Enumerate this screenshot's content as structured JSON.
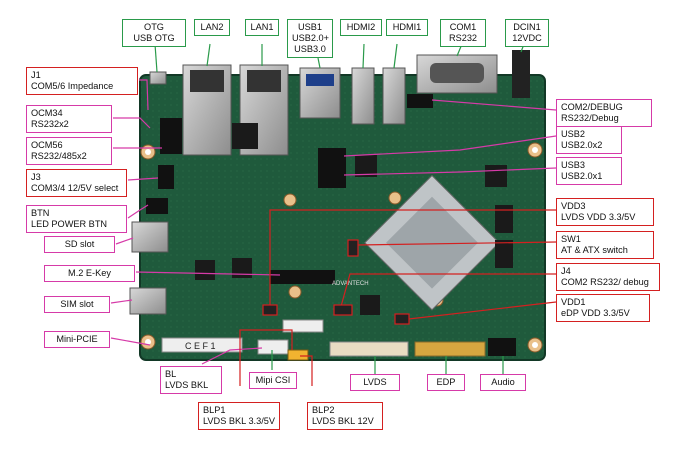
{
  "labels": {
    "otg": [
      "OTG",
      "USB OTG"
    ],
    "lan2": [
      "LAN2"
    ],
    "lan1": [
      "LAN1"
    ],
    "usb1": [
      "USB1",
      "USB2.0+",
      "USB3.0"
    ],
    "hdmi2": [
      "HDMI2"
    ],
    "hdmi1": [
      "HDMI1"
    ],
    "com1": [
      "COM1",
      "RS232"
    ],
    "dcin1": [
      "DCIN1",
      "12VDC"
    ],
    "j1": [
      "J1",
      "COM5/6 Impedance"
    ],
    "ocm34": [
      "OCM34",
      "RS232x2"
    ],
    "ocm56": [
      "OCM56",
      "RS232/485x2"
    ],
    "j3": [
      "J3",
      "COM3/4 12/5V select"
    ],
    "btn": [
      "BTN",
      "LED POWER BTN"
    ],
    "sd": [
      "SD slot"
    ],
    "m2": [
      "M.2 E-Key"
    ],
    "sim": [
      "SIM slot"
    ],
    "minipcie": [
      "Mini-PCIE"
    ],
    "bl": [
      "BL",
      "LVDS BKL"
    ],
    "mipi": [
      "Mipi CSI"
    ],
    "lvds": [
      "LVDS"
    ],
    "edp": [
      "EDP"
    ],
    "audio": [
      "Audio"
    ],
    "blp1": [
      "BLP1",
      "LVDS BKL 3.3/5V"
    ],
    "blp2": [
      "BLP2",
      "LVDS BKL 12V"
    ],
    "com2": [
      "COM2/DEBUG",
      "RS232/Debug"
    ],
    "usb2": [
      "USB2",
      "USB2.0x2"
    ],
    "usb3": [
      "USB3",
      "USB2.0x1"
    ],
    "vdd3": [
      "VDD3",
      "LVDS VDD 3.3/5V"
    ],
    "sw1": [
      "SW1",
      "AT & ATX switch"
    ],
    "j4": [
      "J4",
      "COM2 RS232/ debug"
    ],
    "vdd1": [
      "VDD1",
      "eDP VDD 3.3/5V"
    ]
  },
  "silkscreen": [
    "C E F 1",
    "ADVANTECH"
  ],
  "colors": {
    "board": "#1f5a3c",
    "connector_border": "#2a9a4a",
    "side_label_border": "#d63aa8",
    "jumper_label_border": "#d42020",
    "leader_line": "#d63aa8",
    "jumper_line": "#d42020"
  }
}
